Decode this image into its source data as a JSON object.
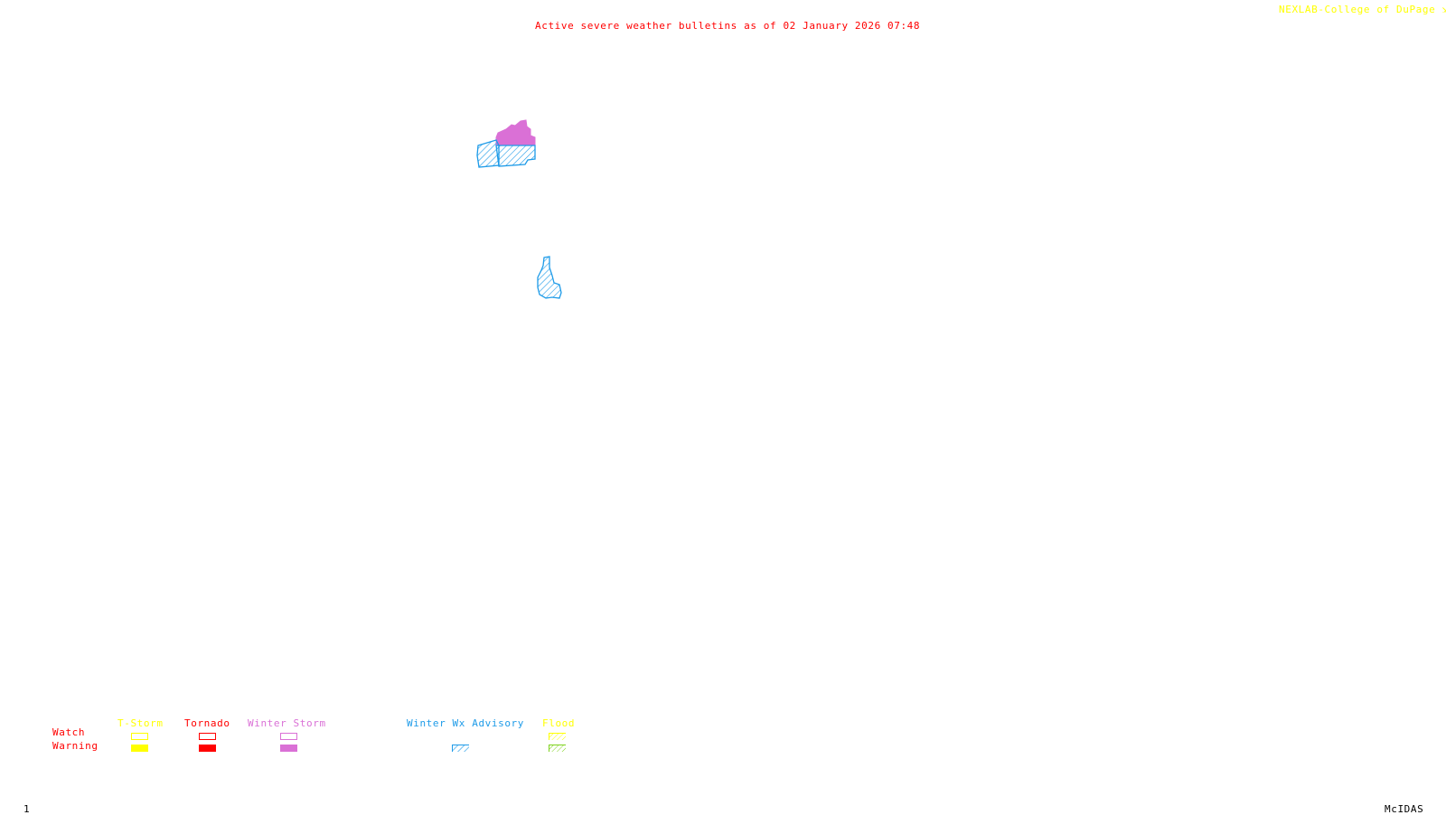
{
  "header": {
    "title": "Active severe weather bulletins as of 02 January 2026 07:48",
    "credit": "NEXLAB-College of DuPage",
    "credit_icon": "corner-arrow-icon"
  },
  "footer": {
    "frame_number": "1",
    "software": "McIDAS"
  },
  "colors": {
    "tstorm": "#ffff00",
    "tornado": "#ff0000",
    "winter_storm": "#da70d6",
    "winter_wx_advisory": "#1e9be8",
    "flood_watch": "#ffff00",
    "flood_warning": "#7fd21e",
    "row_labels": "#ff0000"
  },
  "legend": {
    "rows": [
      "Watch",
      "Warning"
    ],
    "categories": [
      {
        "label": "T-Storm",
        "watch": "outline",
        "warning": "filled"
      },
      {
        "label": "Tornado",
        "watch": "outline",
        "warning": "filled"
      },
      {
        "label": "Winter Storm",
        "watch": "outline",
        "warning": "filled"
      },
      {
        "label": "Winter Wx Advisory",
        "watch": "none",
        "warning": "hatched"
      },
      {
        "label": "Flood",
        "watch": "hatched",
        "warning": "hatched"
      }
    ]
  },
  "active_areas": [
    {
      "type": "Winter Storm Warning",
      "style": "filled"
    },
    {
      "type": "Winter Wx Advisory",
      "style": "hatched"
    },
    {
      "type": "Winter Wx Advisory",
      "style": "hatched"
    }
  ]
}
